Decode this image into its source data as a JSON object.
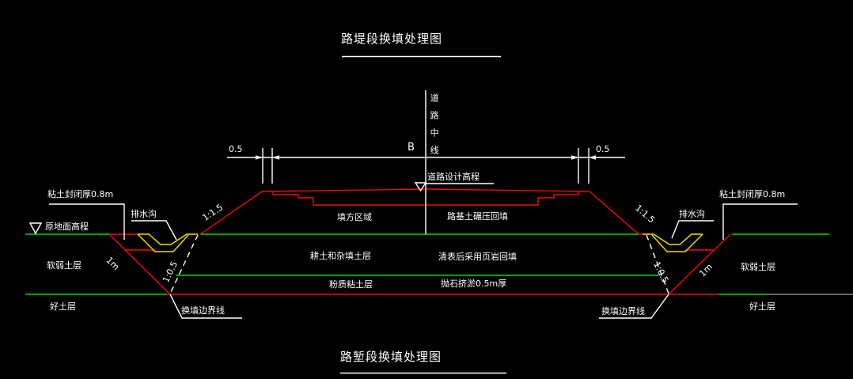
{
  "figure_titles": {
    "top": "路堤段换填处理图",
    "bottom": "路堑段换填处理图"
  },
  "labels": {
    "road_centerline": "道路中线",
    "design_elevation": "道路设计高程",
    "dim_width": "B",
    "dim_offset": "0.5",
    "fill_zone": "填方区域",
    "subgrade_compacted_backfill": "路基土碾压回填",
    "plow_soil_layer": "耕土和杂填土层",
    "shale_backfill_after_clearing": "清表后采用页岩回填",
    "silty_clay_layer": "粉质粘土层",
    "riprap_thickness": "抛石挤淤0.5m厚",
    "clay_seal_thickness": "粘土封闭厚0.8m",
    "original_ground_elevation": "原地面高程",
    "drainage_ditch": "排水沟",
    "weak_soil_layer": "软弱土层",
    "good_soil_layer": "好土层",
    "replacement_boundary_line": "换填边界线",
    "embankment_slope": "1:1.5",
    "replacement_slope": "1:0.5",
    "excavation_depth": "1m"
  },
  "colors": {
    "background": "#000000",
    "ground_line": "#00d800",
    "structure_red": "#f00a0a",
    "ditch_yellow": "#f0e000",
    "annotation_white": "#ffffff",
    "deep_line_gray": "#8a8a8a"
  }
}
